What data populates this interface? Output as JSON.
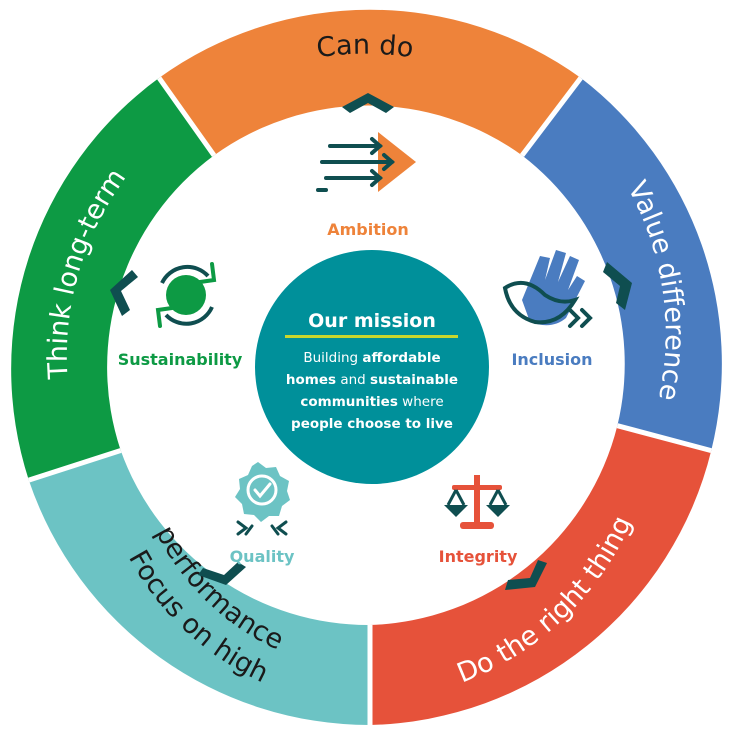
{
  "segments": {
    "can_do": "Can do",
    "value_difference": "Value difference",
    "do_the_right_thing": "Do the right thing",
    "focus_line1": "Focus on high",
    "focus_line2": "performance",
    "think_long_term": "Think long-term"
  },
  "values": {
    "ambition": "Ambition",
    "inclusion": "Inclusion",
    "integrity": "Integrity",
    "quality": "Quality",
    "sustainability": "Sustainability"
  },
  "mission": {
    "title": "Our mission",
    "l1a": "Building ",
    "l1b": "affordable",
    "l2a": "homes",
    "l2b": " and ",
    "l2c": "sustainable",
    "l3a": "communities",
    "l3b": " where",
    "l4": "people choose to live"
  },
  "colors": {
    "orange": "#EE833A",
    "blue": "#4A7CC0",
    "red": "#E6523A",
    "light_teal": "#6CC3C4",
    "green": "#0D9A44",
    "teal_center": "#00909A",
    "dark_teal": "#0F4E50",
    "lime": "#C8D72E"
  },
  "icons": {
    "ambition": "arrow-play-icon",
    "inclusion": "handshake-icon",
    "integrity": "scales-icon",
    "quality": "badge-check-icon",
    "sustainability": "recycle-icon"
  }
}
